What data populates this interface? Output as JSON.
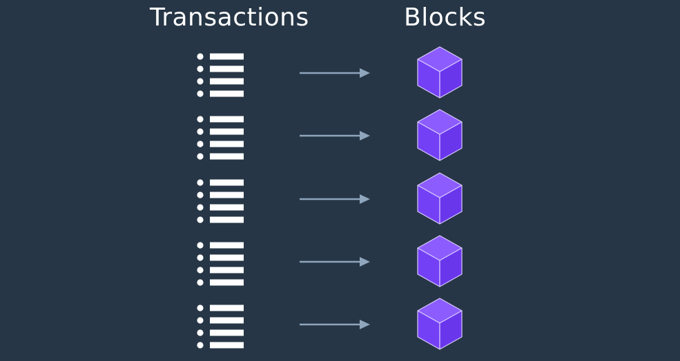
{
  "headings": {
    "left": "Transactions",
    "right": "Blocks"
  },
  "rows": 5,
  "colors": {
    "background": "#263646",
    "list": "#ffffff",
    "arrow": "#8fa6bd",
    "cube_top": "#8c5cff",
    "cube_left": "#7440f5",
    "cube_right": "#6a36ec",
    "cube_edge": "#d8caff"
  },
  "icons": {
    "transaction": "list-icon",
    "arrow": "arrow-right-icon",
    "block": "cube-icon"
  }
}
